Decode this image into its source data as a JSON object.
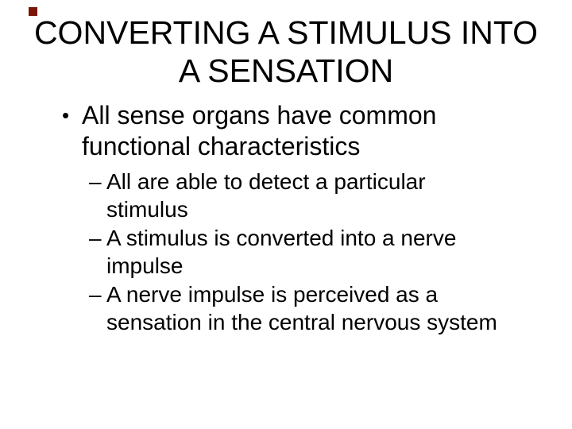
{
  "slide": {
    "title_lines": [
      "CONVERTING A STIMULUS INTO",
      "A SENSATION"
    ],
    "bullets": {
      "level1": {
        "glyph": "•",
        "lines": [
          "All sense organs have common",
          "functional characteristics"
        ]
      },
      "level2": [
        {
          "glyph": "–",
          "lines": [
            "All are able to detect a particular",
            "stimulus"
          ]
        },
        {
          "glyph": "–",
          "lines": [
            "A stimulus is converted into a nerve",
            "impulse"
          ]
        },
        {
          "glyph": "–",
          "lines": [
            "A nerve impulse is perceived as a",
            "sensation in the central nervous system"
          ]
        }
      ]
    },
    "colors": {
      "background": "#ffffff",
      "text": "#000000",
      "corner_square": "#7b1506"
    }
  }
}
